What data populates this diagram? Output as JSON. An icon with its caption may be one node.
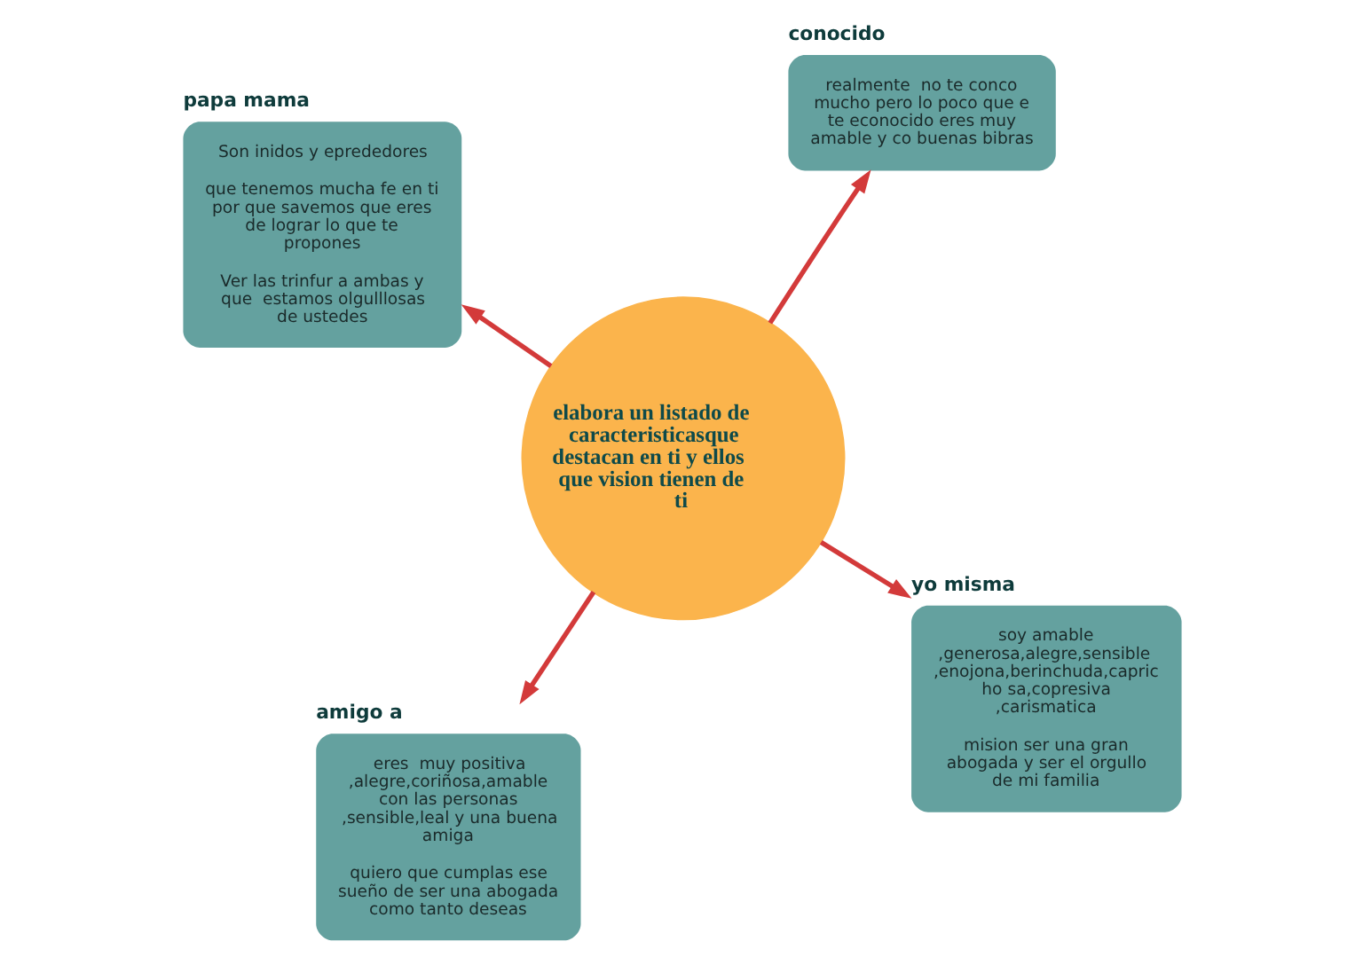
{
  "diagram": {
    "nodes": [
      {
        "text": [
          "elabora un listado de caracteristicasque destacan en ti y ellos que vision tienen de ti"
        ]
      },
      {
        "text": [
          "yo misma",
          "soy amable ,generosa,alegre,sensible ,enojona,berinchuda,capricho sa,copresiva ,carismatica",
          "mision ser una gran abogada y ser el orgullo de mi familia"
        ]
      },
      {
        "text": [
          "amigo a",
          "eres  muy positiva ,alegre,coriñosa,amable con las personas ,sensible,leal y una buena amiga",
          "quiero que cumplas ese sueño de ser una abogada como tanto deseas"
        ]
      },
      {
        "text": [
          "papa mama",
          "Son inidos y eprededores",
          "que tenemos mucha fe en ti por que savemos que eres de lograr lo que te propones",
          "Ver las trinfur a ambas y que  estamos olgulllosas de ustedes"
        ]
      },
      {
        "text": [
          "conocido",
          "realmente  no te conco mucho pero lo poco que e te econocido eres muy amable y co buenas bibras"
        ]
      }
    ],
    "edges": [
      {
        "from": 0,
        "to": 1,
        "arrow": "to"
      },
      {
        "from": 0,
        "to": 2,
        "arrow": "to"
      },
      {
        "from": 0,
        "to": 3,
        "arrow": "to"
      },
      {
        "from": 0,
        "to": 4,
        "arrow": "to"
      }
    ]
  }
}
